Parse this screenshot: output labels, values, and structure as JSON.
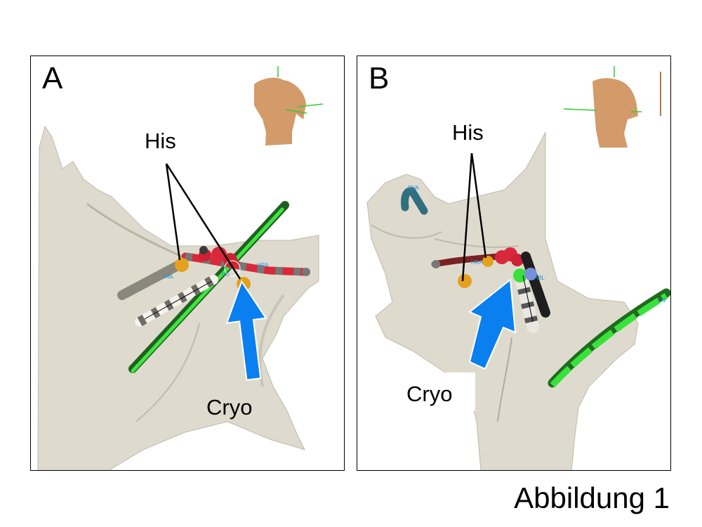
{
  "figure": {
    "caption": "Abbildung 1",
    "panels": [
      {
        "letter": "A",
        "annotations": {
          "his": "His",
          "cryo": "Cryo"
        },
        "catheter_tags": [
          "ABL",
          "CS",
          "HRA"
        ],
        "orientation_icon": "torso-icon"
      },
      {
        "letter": "B",
        "annotations": {
          "his": "His",
          "cryo": "Cryo"
        },
        "catheter_tags": [
          "RVA",
          "HRA",
          "ABL",
          "CS"
        ],
        "orientation_icon": "torso-icon"
      }
    ]
  },
  "colors": {
    "anatomy_shell": "#dcd9cc",
    "arrow": "#0a7ff0",
    "his_marker": "#e4a11e",
    "ablation_point": "#d9283a",
    "catheter_green": "#39e23a",
    "catheter_dark_green": "#1f6b1f",
    "torso": "#d39a6a",
    "tag_text": "#2a8fd4"
  }
}
